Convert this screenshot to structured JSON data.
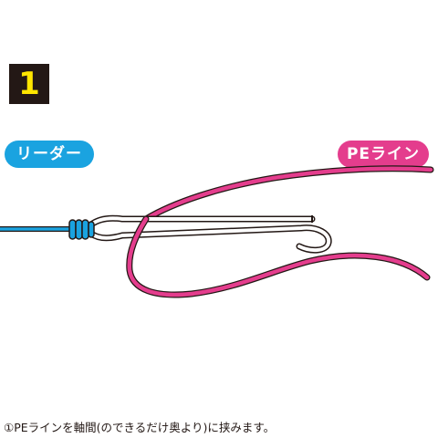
{
  "step": {
    "number": "1"
  },
  "labels": {
    "leader": "リーダー",
    "pe_line": "PEライン"
  },
  "caption": "①PEラインを軸間(のできるだけ奥より)に挟みます。",
  "colors": {
    "leader_line": "#1aa3e0",
    "pe_line": "#e43d8d",
    "badge_bg": "#231815",
    "badge_text": "#ffe600"
  }
}
